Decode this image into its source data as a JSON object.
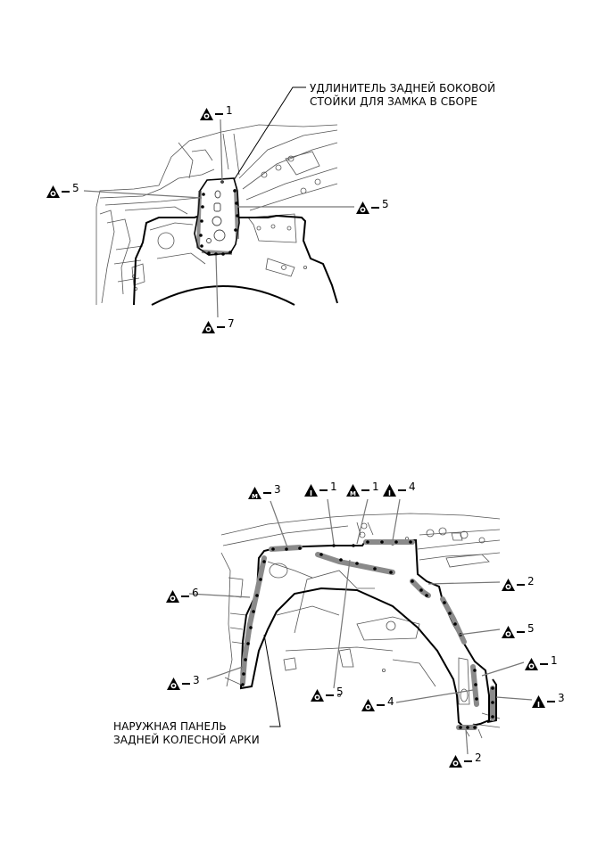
{
  "diagram_top": {
    "part_label": {
      "line1": "УДЛИНИТЕЛЬ ЗАДНЕЙ БОКОВОЙ",
      "line2": "СТОЙКИ ДЛЯ ЗАМКА В СБОРЕ"
    },
    "callouts": [
      {
        "id": "top-1",
        "symbol": "spot-weld-icon",
        "num": "1"
      },
      {
        "id": "top-5-left",
        "symbol": "spot-weld-icon",
        "num": "5"
      },
      {
        "id": "top-5-right",
        "symbol": "spot-weld-icon",
        "num": "5"
      },
      {
        "id": "top-7",
        "symbol": "spot-weld-icon",
        "num": "7"
      }
    ]
  },
  "diagram_bottom": {
    "part_label": {
      "line1": "НАРУЖНАЯ ПАНЕЛЬ",
      "line2": "ЗАДНЕЙ КОЛЕСНОЙ АРКИ"
    },
    "callouts": [
      {
        "id": "bot-m3",
        "symbol": "mig-weld-icon",
        "letter": "M",
        "num": "3"
      },
      {
        "id": "bot-i1",
        "symbol": "insert-weld-icon",
        "letter": "I",
        "num": "1"
      },
      {
        "id": "bot-m1",
        "symbol": "mig-weld-icon",
        "letter": "M",
        "num": "1"
      },
      {
        "id": "bot-i4",
        "symbol": "insert-weld-icon",
        "letter": "I",
        "num": "4"
      },
      {
        "id": "bot-o2-right",
        "symbol": "spot-weld-icon",
        "num": "2"
      },
      {
        "id": "bot-o6",
        "symbol": "spot-weld-icon",
        "num": "6"
      },
      {
        "id": "bot-o5-right",
        "symbol": "spot-weld-icon",
        "num": "5"
      },
      {
        "id": "bot-o1",
        "symbol": "spot-weld-icon",
        "num": "1"
      },
      {
        "id": "bot-o3",
        "symbol": "spot-weld-icon",
        "num": "3"
      },
      {
        "id": "bot-i3",
        "symbol": "insert-weld-icon",
        "letter": "I",
        "num": "3"
      },
      {
        "id": "bot-o5-mid",
        "symbol": "spot-weld-icon",
        "num": "5"
      },
      {
        "id": "bot-o4",
        "symbol": "spot-weld-icon",
        "num": "4"
      },
      {
        "id": "bot-o2-bottom",
        "symbol": "spot-weld-icon",
        "num": "2"
      }
    ]
  },
  "colors": {
    "line": "#000000",
    "sketch": "#555555",
    "weld_band": "#8a8a8a",
    "leader": "#777777"
  }
}
